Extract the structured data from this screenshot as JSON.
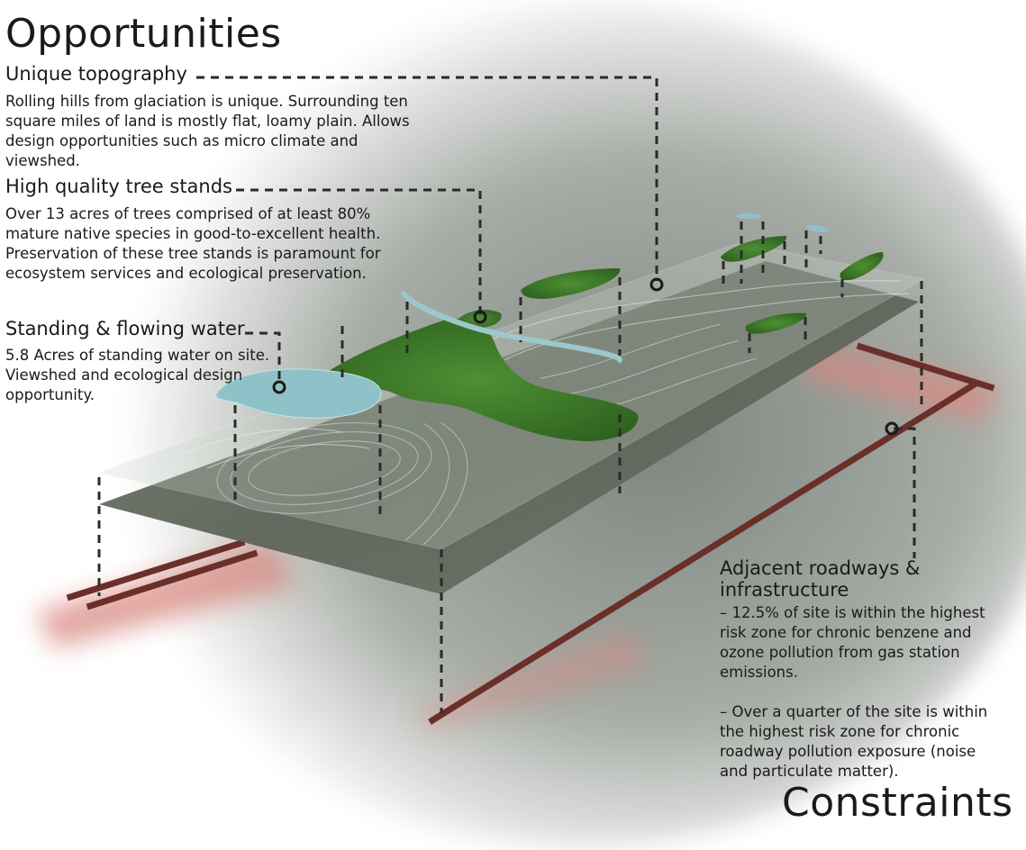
{
  "titles": {
    "opportunities": "Opportunities",
    "constraints": "Constraints"
  },
  "opportunities": {
    "topography": {
      "heading": "Unique topography",
      "body": "Rolling hills from glaciation is unique. Surrounding ten square miles of land is mostly flat, loamy plain. Allows design opportunities such as micro climate and viewshed."
    },
    "trees": {
      "heading": "High quality tree stands",
      "body": "Over 13 acres of trees comprised of at least 80% mature native species in good-to-excellent health. Preservation of these tree stands is paramount for ecosystem services and ecological preservation."
    },
    "water": {
      "heading": "Standing & flowing water",
      "body": "5.8 Acres of standing water on site. Viewshed and ecological design opportunity."
    }
  },
  "constraints": {
    "roadways": {
      "heading": "Adjacent roadways & infrastructure",
      "body": "– 12.5% of site is within the highest risk zone for chronic benzene and ozone pollution from gas station emissions.\n\n– Over a quarter of the site is within the highest risk zone for chronic roadway pollution exposure (noise and particulate matter)."
    }
  },
  "colors": {
    "vignette": "#8a918b",
    "aerial": "#5f665b",
    "trees": "#3d7a2a",
    "water": "#8fc2c8",
    "road": "#6b2f2a",
    "pollution_glow": "#d98880",
    "leader_line": "#2a2a2a"
  }
}
